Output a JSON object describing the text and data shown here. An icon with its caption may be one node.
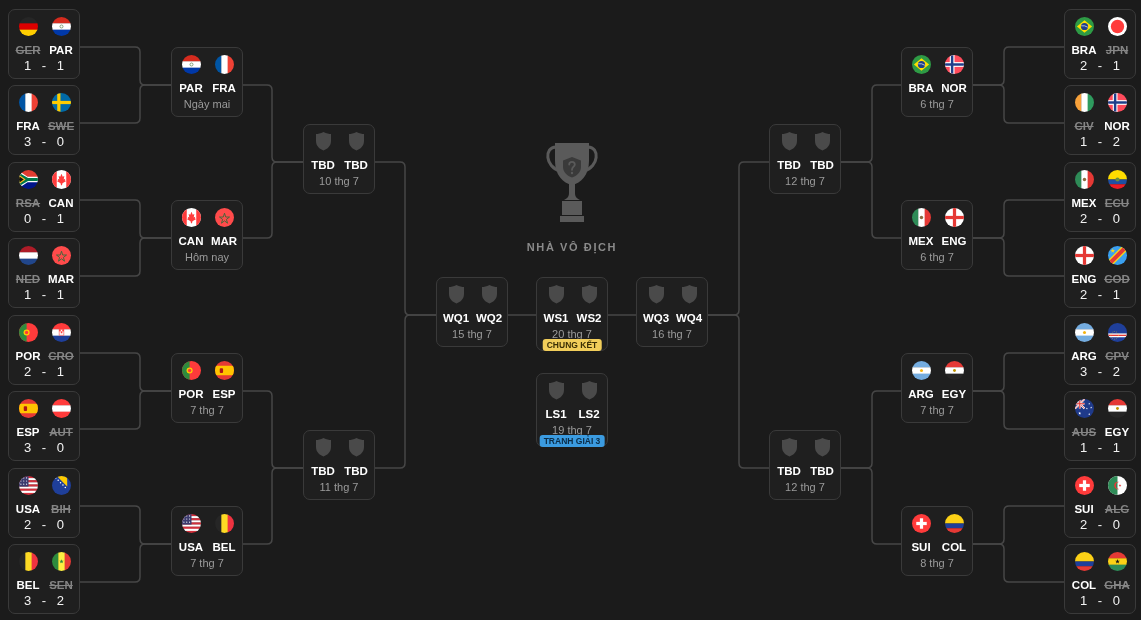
{
  "diagram": {
    "nodes": [
      {
        "text": [
          "GER",
          "PAR",
          "1 - 1"
        ]
      },
      {
        "text": [
          "FRA",
          "SWE",
          "3 - 0"
        ]
      },
      {
        "text": [
          "RSA",
          "CAN",
          "0 - 1"
        ]
      },
      {
        "text": [
          "NED",
          "MAR",
          "1 - 1"
        ]
      },
      {
        "text": [
          "POR",
          "CRO",
          "2 - 1"
        ]
      },
      {
        "text": [
          "ESP",
          "AUT",
          "3 - 0"
        ]
      },
      {
        "text": [
          "USA",
          "BIH",
          "2 - 0"
        ]
      },
      {
        "text": [
          "BEL",
          "SEN",
          "3 - 2"
        ]
      },
      {
        "text": [
          "PAR",
          "FRA",
          "Ngày mai"
        ]
      },
      {
        "text": [
          "CAN",
          "MAR",
          "Hôm nay"
        ]
      },
      {
        "text": [
          "POR",
          "ESP",
          "7 thg 7"
        ]
      },
      {
        "text": [
          "USA",
          "BEL",
          "7 thg 7"
        ]
      },
      {
        "text": [
          "TBD",
          "TBD",
          "10 thg 7"
        ]
      },
      {
        "text": [
          "TBD",
          "TBD",
          "11 thg 7"
        ]
      },
      {
        "text": [
          "WQ1",
          "WQ2",
          "15 thg 7"
        ]
      },
      {
        "text": [
          "WS1",
          "WS2",
          "20 thg 7",
          "CHUNG KẾT"
        ]
      },
      {
        "text": [
          "LS1",
          "LS2",
          "19 thg 7",
          "TRANH GIẢI 3"
        ]
      },
      {
        "text": [
          "WQ3",
          "WQ4",
          "16 thg 7"
        ]
      },
      {
        "text": [
          "TBD",
          "TBD",
          "12 thg 7"
        ]
      },
      {
        "text": [
          "TBD",
          "TBD",
          "12 thg 7"
        ]
      },
      {
        "text": [
          "BRA",
          "NOR",
          "6 thg 7"
        ]
      },
      {
        "text": [
          "MEX",
          "ENG",
          "6 thg 7"
        ]
      },
      {
        "text": [
          "ARG",
          "EGY",
          "7 thg 7"
        ]
      },
      {
        "text": [
          "SUI",
          "COL",
          "8 thg 7"
        ]
      },
      {
        "text": [
          "BRA",
          "JPN",
          "2 - 1"
        ]
      },
      {
        "text": [
          "CIV",
          "NOR",
          "1 - 2"
        ]
      },
      {
        "text": [
          "MEX",
          "ECU",
          "2 - 0"
        ]
      },
      {
        "text": [
          "ENG",
          "COD",
          "2 - 1"
        ]
      },
      {
        "text": [
          "ARG",
          "CPV",
          "3 - 2"
        ]
      },
      {
        "text": [
          "AUS",
          "EGY",
          "1 - 1"
        ]
      },
      {
        "text": [
          "SUI",
          "ALG",
          "2 - 0"
        ]
      },
      {
        "text": [
          "COL",
          "GHA",
          "1 - 0"
        ]
      }
    ],
    "edges": [
      {
        "from": 0,
        "to": 8,
        "arrow": "none"
      },
      {
        "from": 1,
        "to": 8,
        "arrow": "none"
      },
      {
        "from": 2,
        "to": 9,
        "arrow": "none"
      },
      {
        "from": 3,
        "to": 9,
        "arrow": "none"
      },
      {
        "from": 4,
        "to": 10,
        "arrow": "none"
      },
      {
        "from": 5,
        "to": 10,
        "arrow": "none"
      },
      {
        "from": 6,
        "to": 11,
        "arrow": "none"
      },
      {
        "from": 7,
        "to": 11,
        "arrow": "none"
      },
      {
        "from": 8,
        "to": 12,
        "arrow": "none"
      },
      {
        "from": 9,
        "to": 12,
        "arrow": "none"
      },
      {
        "from": 10,
        "to": 13,
        "arrow": "none"
      },
      {
        "from": 11,
        "to": 13,
        "arrow": "none"
      },
      {
        "from": 12,
        "to": 14,
        "arrow": "none"
      },
      {
        "from": 13,
        "to": 14,
        "arrow": "none"
      },
      {
        "from": 14,
        "to": 15,
        "arrow": "none"
      },
      {
        "from": 17,
        "to": 15,
        "arrow": "none"
      },
      {
        "from": 18,
        "to": 17,
        "arrow": "none"
      },
      {
        "from": 19,
        "to": 17,
        "arrow": "none"
      },
      {
        "from": 20,
        "to": 18,
        "arrow": "none"
      },
      {
        "from": 21,
        "to": 18,
        "arrow": "none"
      },
      {
        "from": 22,
        "to": 19,
        "arrow": "none"
      },
      {
        "from": 23,
        "to": 19,
        "arrow": "none"
      },
      {
        "from": 24,
        "to": 20,
        "arrow": "none"
      },
      {
        "from": 25,
        "to": 20,
        "arrow": "none"
      },
      {
        "from": 26,
        "to": 21,
        "arrow": "none"
      },
      {
        "from": 27,
        "to": 21,
        "arrow": "none"
      },
      {
        "from": 28,
        "to": 22,
        "arrow": "none"
      },
      {
        "from": 29,
        "to": 22,
        "arrow": "none"
      },
      {
        "from": 30,
        "to": 23,
        "arrow": "none"
      },
      {
        "from": 31,
        "to": 23,
        "arrow": "none"
      }
    ],
    "labels": [
      "NHÀ VÔ ĐỊCH"
    ]
  }
}
